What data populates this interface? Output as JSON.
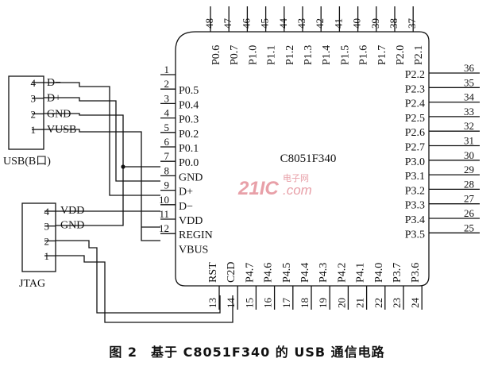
{
  "chip": {
    "name": "C8051F340"
  },
  "usb_connector": {
    "label": "USB(B口)",
    "pins": [
      {
        "num": "4",
        "name": "D−"
      },
      {
        "num": "3",
        "name": "D+"
      },
      {
        "num": "2",
        "name": "GND"
      },
      {
        "num": "1",
        "name": "VUSB"
      }
    ]
  },
  "jtag_connector": {
    "label": "JTAG",
    "pins": [
      {
        "num": "4",
        "name": "VDD"
      },
      {
        "num": "3",
        "name": "GND"
      },
      {
        "num": "2",
        "name": ""
      },
      {
        "num": "1",
        "name": ""
      }
    ]
  },
  "left_pins": [
    {
      "num": "1",
      "name": ""
    },
    {
      "num": "2",
      "name": "P0.5"
    },
    {
      "num": "3",
      "name": "P0.4"
    },
    {
      "num": "4",
      "name": "P0.3"
    },
    {
      "num": "5",
      "name": "P0.2"
    },
    {
      "num": "6",
      "name": "P0.1"
    },
    {
      "num": "7",
      "name": "P0.0"
    },
    {
      "num": "8",
      "name": "GND"
    },
    {
      "num": "9",
      "name": "D+"
    },
    {
      "num": "10",
      "name": "D−"
    },
    {
      "num": "11",
      "name": "VDD"
    },
    {
      "num": "12",
      "name": "REGIN"
    },
    {
      "num": "",
      "name": "VBUS"
    }
  ],
  "top_pins": [
    {
      "num": "48",
      "name": "P0.6"
    },
    {
      "num": "47",
      "name": "P0.7"
    },
    {
      "num": "46",
      "name": "P1.0"
    },
    {
      "num": "45",
      "name": "P1.1"
    },
    {
      "num": "44",
      "name": "P1.2"
    },
    {
      "num": "43",
      "name": "P1.3"
    },
    {
      "num": "42",
      "name": "P1.4"
    },
    {
      "num": "41",
      "name": "P1.5"
    },
    {
      "num": "40",
      "name": "P1.6"
    },
    {
      "num": "39",
      "name": "P1.7"
    },
    {
      "num": "38",
      "name": "P2.0"
    },
    {
      "num": "37",
      "name": "P2.1"
    }
  ],
  "right_pins": [
    {
      "num": "36",
      "name": "P2.2"
    },
    {
      "num": "35",
      "name": "P2.3"
    },
    {
      "num": "34",
      "name": "P2.4"
    },
    {
      "num": "33",
      "name": "P2.5"
    },
    {
      "num": "32",
      "name": "P2.6"
    },
    {
      "num": "31",
      "name": "P2.7"
    },
    {
      "num": "30",
      "name": "P3.0"
    },
    {
      "num": "29",
      "name": "P3.1"
    },
    {
      "num": "28",
      "name": "P3.2"
    },
    {
      "num": "27",
      "name": "P3.3"
    },
    {
      "num": "26",
      "name": "P3.4"
    },
    {
      "num": "25",
      "name": "P3.5"
    }
  ],
  "bottom_pins": [
    {
      "num": "13",
      "name": "RST"
    },
    {
      "num": "14",
      "name": "C2D"
    },
    {
      "num": "15",
      "name": "P4.7"
    },
    {
      "num": "16",
      "name": "P4.6"
    },
    {
      "num": "17",
      "name": "P4.5"
    },
    {
      "num": "18",
      "name": "P4.4"
    },
    {
      "num": "19",
      "name": "P4.3"
    },
    {
      "num": "20",
      "name": "P4.2"
    },
    {
      "num": "21",
      "name": "P4.1"
    },
    {
      "num": "22",
      "name": "P4.0"
    },
    {
      "num": "23",
      "name": "P3.7"
    },
    {
      "num": "24",
      "name": "P3.6"
    }
  ],
  "watermark": {
    "main": "21IC",
    "small": "电子网",
    "com": ".com"
  },
  "caption": "图 2　基于 C8051F340 的 USB 通信电路"
}
